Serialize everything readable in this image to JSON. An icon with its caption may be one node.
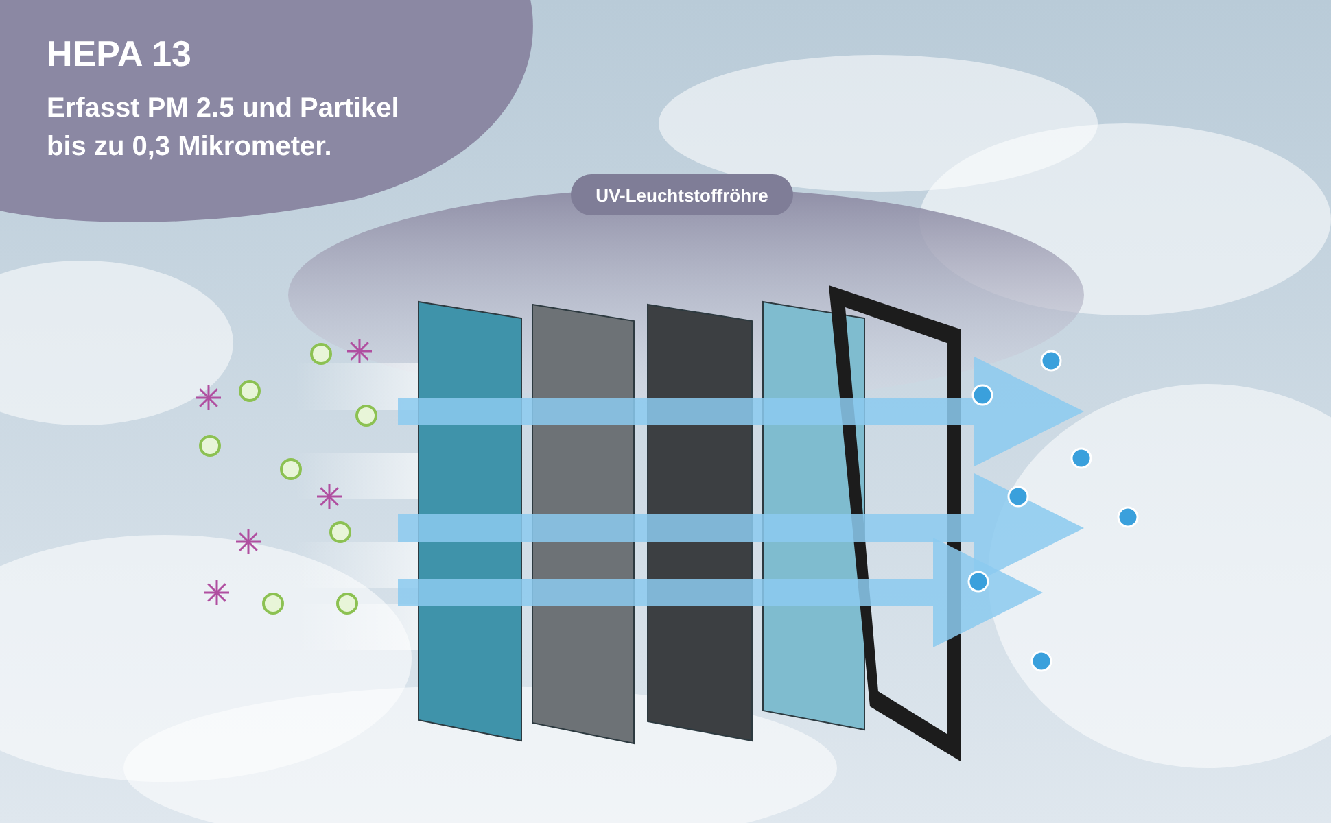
{
  "diagram": {
    "nodes": [
      {
        "text": [
          "HEPA 13",
          "Erfasst PM 2.5 und Partikel bis zu 0,3 Mikrometer."
        ]
      },
      {
        "text": [
          "UV-Leuchtstoffröhre"
        ]
      }
    ]
  }
}
